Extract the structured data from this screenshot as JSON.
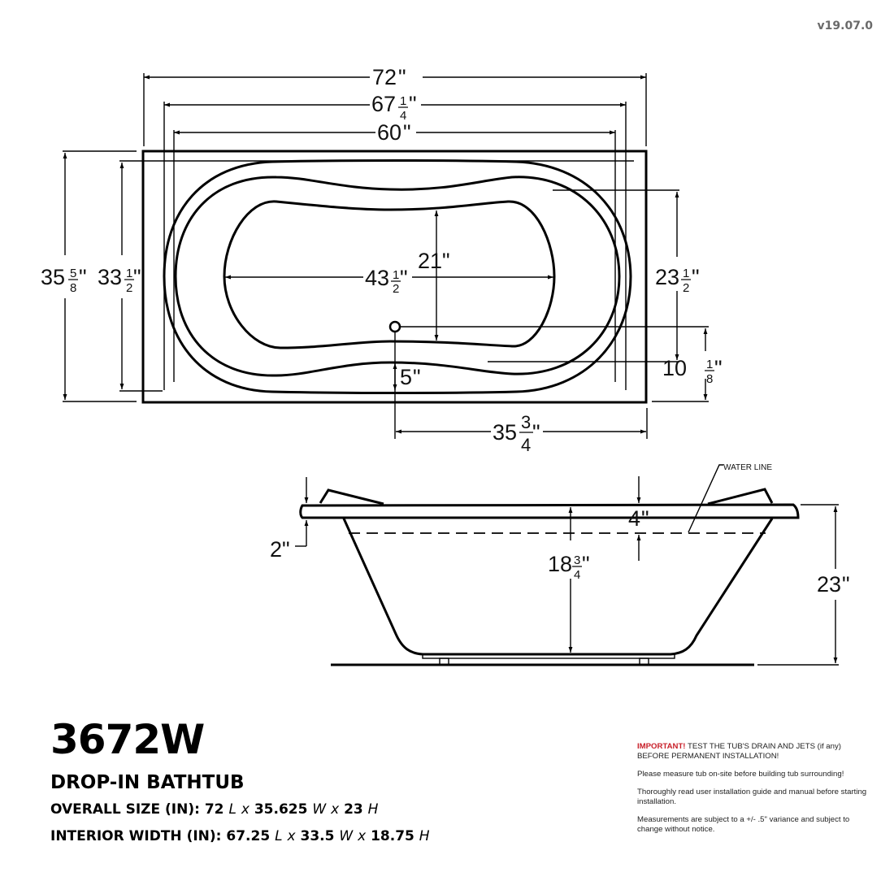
{
  "version": "v19.07.0",
  "product": {
    "model": "3672W",
    "type": "DROP-IN BATHTUB",
    "overall_size": {
      "label": "OVERALL SIZE (IN):",
      "length": "72",
      "length_unit": "L",
      "width": "35.625",
      "width_unit": "W",
      "height": "23",
      "height_unit": "H",
      "sep": "x"
    },
    "interior_width": {
      "label": "INTERIOR WIDTH (IN):",
      "length": "67.25",
      "length_unit": "L",
      "width": "33.5",
      "width_unit": "W",
      "height": "18.75",
      "height_unit": "H",
      "sep": "x"
    }
  },
  "notes": {
    "important_label": "IMPORTANT!",
    "important_text": " TEST THE TUB'S DRAIN AND JETS (if any) BEFORE PERMANENT INSTALLATION!",
    "note1": "Please measure tub on-site before building tub surrounding!",
    "note2": "Thoroughly read user installation guide and manual before starting installation.",
    "note3": "Measurements are subject to a +/- .5\" variance and subject to change without notice."
  },
  "top_view": {
    "overall_length": {
      "whole": "72",
      "frac_num": "",
      "frac_den": "",
      "unit": "\""
    },
    "rim_inner_length": {
      "whole": "67",
      "frac_num": "1",
      "frac_den": "4",
      "unit": "\""
    },
    "inner_length": {
      "whole": "60",
      "frac_num": "",
      "frac_den": "",
      "unit": "\""
    },
    "overall_width": {
      "whole": "35",
      "frac_num": "5",
      "frac_den": "8",
      "unit": "\""
    },
    "rim_inner_width": {
      "whole": "33",
      "frac_num": "1",
      "frac_den": "2",
      "unit": "\""
    },
    "basin_length": {
      "whole": "43",
      "frac_num": "1",
      "frac_den": "2",
      "unit": "\""
    },
    "basin_width": {
      "whole": "21",
      "unit": "\""
    },
    "inner_width": {
      "whole": "23",
      "frac_num": "1",
      "frac_den": "2",
      "unit": "\""
    },
    "drain_from_edge": {
      "whole": "10",
      "frac_num": "1",
      "frac_den": "8",
      "unit": "\""
    },
    "drain_offset": {
      "whole": "5",
      "unit": "\""
    },
    "drain_from_end": {
      "whole": "35",
      "frac_num": "3",
      "frac_den": "4",
      "unit": "\""
    }
  },
  "side_view": {
    "water_line_label": "WATER LINE",
    "rim_thickness": {
      "whole": "2",
      "unit": "\""
    },
    "water_depth_from_top": {
      "whole": "4",
      "unit": "\""
    },
    "interior_depth": {
      "whole": "18",
      "frac_num": "3",
      "frac_den": "4",
      "unit": "\""
    },
    "overall_height": {
      "whole": "23",
      "unit": "\""
    }
  }
}
